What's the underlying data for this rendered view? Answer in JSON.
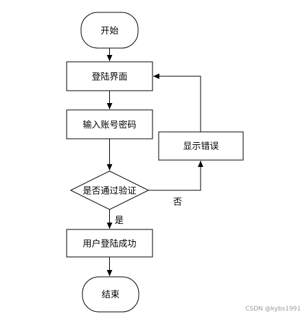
{
  "flowchart": {
    "nodes": {
      "start": "开始",
      "login_page": "登陆界面",
      "enter_credentials": "输入账号密码",
      "verify": "是否通过验证",
      "login_success": "用户登陆成功",
      "show_error": "显示错误",
      "end": "结束"
    },
    "edge_labels": {
      "yes": "是",
      "no": "否"
    }
  },
  "watermark": "CSDN @kybs1991"
}
